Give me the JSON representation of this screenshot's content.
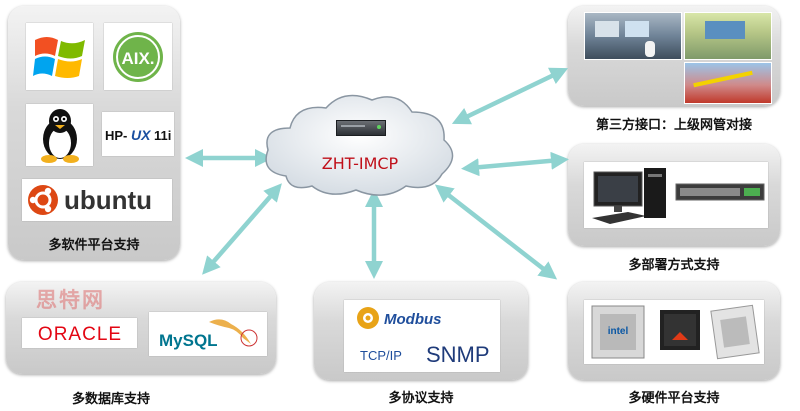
{
  "center": {
    "label": "ZHT-IMCP"
  },
  "panels": {
    "software": {
      "caption": "多软件平台支持",
      "logos": {
        "aix": "AIX.",
        "hpux_prefix": "HP-",
        "hpux_mid": "UX",
        "hpux_suffix": "11i",
        "ubuntu": "ubuntu"
      }
    },
    "database": {
      "caption": "多数据库支持",
      "logos": {
        "oracle": "ORACLE",
        "mysql": "MySQL"
      }
    },
    "protocol": {
      "caption": "多协议支持",
      "logos": {
        "modbus": "Modbus",
        "tcpip": "TCP/IP",
        "snmp": "SNMP"
      }
    },
    "hardware": {
      "caption": "多硬件平台支持",
      "logos": {
        "intel": "intel"
      }
    },
    "deploy": {
      "caption": "多部署方式支持"
    },
    "thirdparty": {
      "caption": "第三方接口：上级网管对接"
    }
  },
  "watermark": "思特网",
  "colors": {
    "arrow": "#8fd3d0",
    "cloud": "#e9eef2",
    "panel_light": "#f3f3f3",
    "panel_dark": "#c9c9c9"
  },
  "icons": [
    "windows-logo",
    "aix-logo",
    "linux-tux-logo",
    "hpux-logo",
    "ubuntu-logo",
    "oracle-logo",
    "mysql-logo",
    "modbus-logo",
    "server-icon",
    "desktop-pc-icon",
    "network-switch-icon",
    "chip-icon"
  ]
}
